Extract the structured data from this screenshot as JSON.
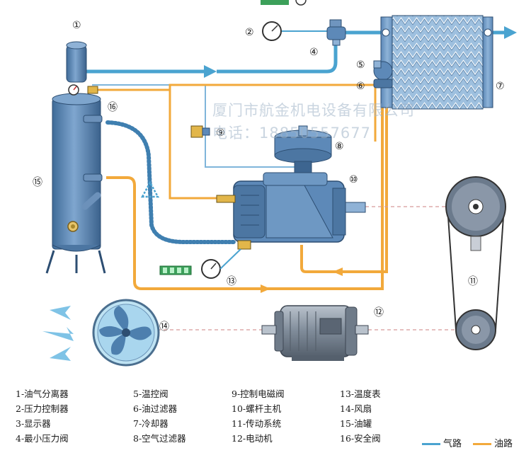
{
  "watermark": {
    "company": "厦门市航金机电设备有限公司",
    "phone": "电话：18850557677"
  },
  "callouts": [
    "①",
    "②",
    "④",
    "⑤",
    "⑥",
    "⑦",
    "⑧",
    "⑨",
    "⑩",
    "⑪",
    "⑫",
    "⑬",
    "⑭",
    "⑮",
    "⑯"
  ],
  "legend": {
    "col1": [
      "1-油气分离器",
      "2-压力控制器",
      "3-显示器",
      "4-最小压力阀"
    ],
    "col2": [
      "5-温控阀",
      "6-油过滤器",
      "7-冷却器",
      "8-空气过滤器"
    ],
    "col3": [
      "9-控制电磁阀",
      "10-螺杆主机",
      "11-传动系统",
      "12-电动机"
    ],
    "col4": [
      "13-温度表",
      "14-风扇",
      "15-油罐",
      "16-安全阀"
    ],
    "air_path": "气路",
    "oil_path": "油路"
  },
  "colors": {
    "air": "#4aa3d0",
    "oil": "#f2a93b",
    "machine": "#5d89b8",
    "machine_dark": "#3d6590",
    "drive": "#8a97a8"
  }
}
